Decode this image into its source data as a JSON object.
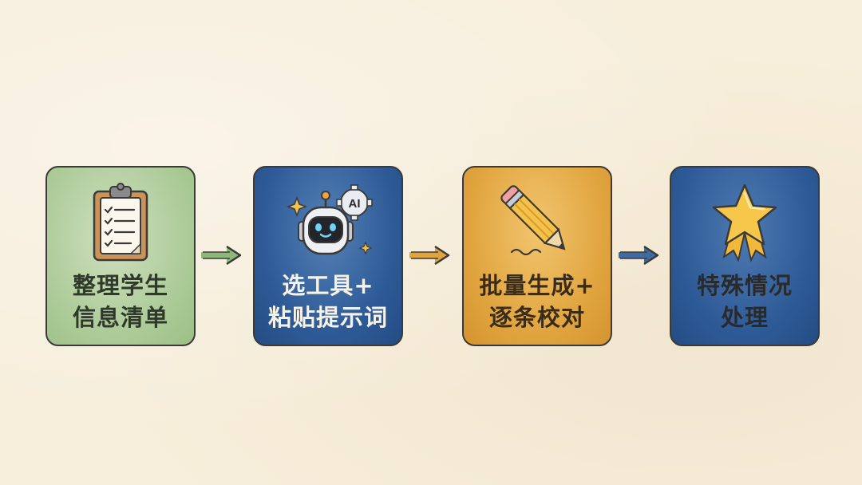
{
  "steps": [
    {
      "line1": "整理学生",
      "line2": "信息清单",
      "icon": "clipboard-checklist-icon"
    },
    {
      "line1": "选工具+",
      "line2": "粘贴提示词",
      "icon": "ai-robot-icon",
      "badge": "AI"
    },
    {
      "line1": "批量生成+",
      "line2": "逐条校对",
      "icon": "pencil-icon"
    },
    {
      "line1": "特殊情况",
      "line2": "处理",
      "icon": "star-award-icon"
    }
  ],
  "colors": {
    "card1": "#a9c995",
    "card2": "#2d5a96",
    "card3": "#e0a43e",
    "card4": "#2d5a96",
    "arrow1": "#8db87a",
    "arrow2": "#e0a43e",
    "arrow3": "#2d5a96"
  }
}
